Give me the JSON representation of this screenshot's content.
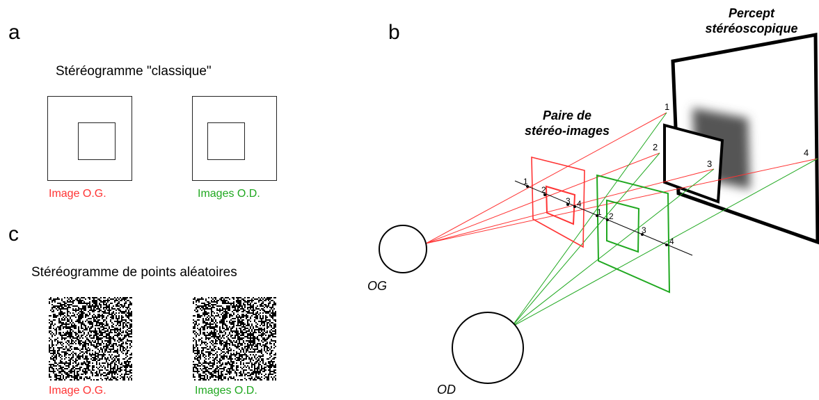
{
  "panel_a": {
    "letter": "a",
    "title": "Stéréogramme \"classique\"",
    "left_label": "Image O.G.",
    "right_label": "Images O.D."
  },
  "panel_b": {
    "letter": "b",
    "percept_label_line1": "Percept",
    "percept_label_line2": "stéréoscopique",
    "pair_label_line1": "Paire de",
    "pair_label_line2": "stéréo-images",
    "left_eye": "OG",
    "right_eye": "OD",
    "points": [
      "1",
      "2",
      "3",
      "4"
    ]
  },
  "panel_c": {
    "letter": "c",
    "title": "Stéréogramme de points aléatoires",
    "left_label": "Image O.G.",
    "right_label": "Images O.D."
  },
  "colors": {
    "left_eye": "#ff3333",
    "right_eye": "#1fa81f",
    "lines": "#000000",
    "shadow": "#555555"
  }
}
